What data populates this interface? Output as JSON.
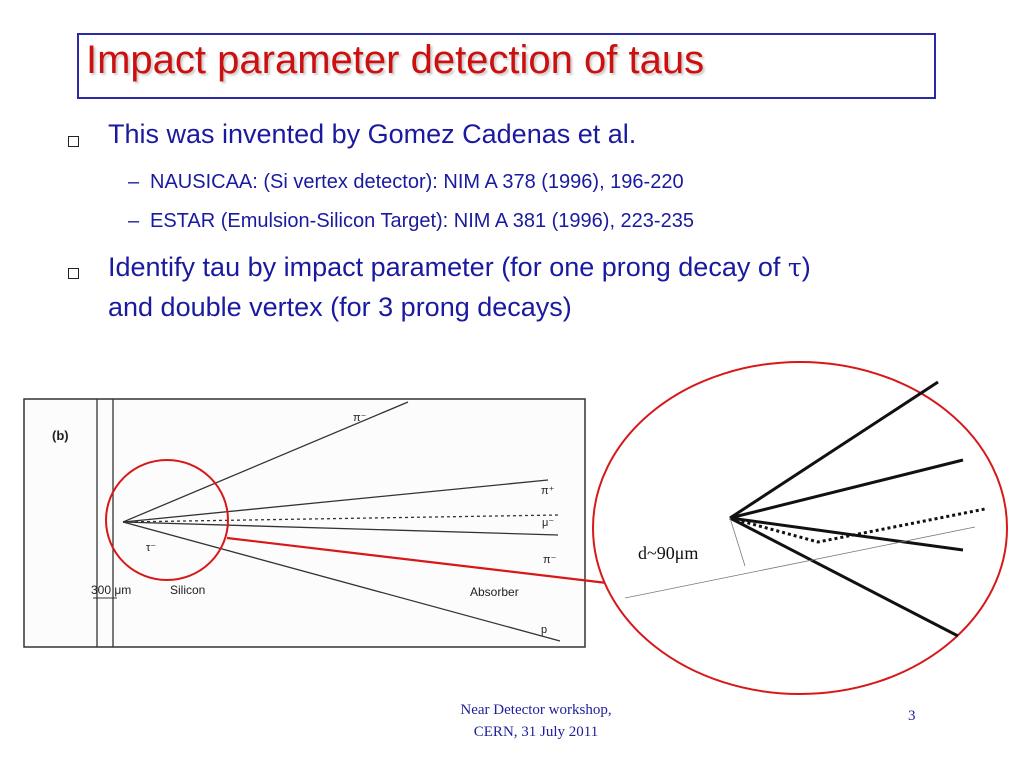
{
  "slide": {
    "title": "Impact parameter detection of taus",
    "bullets": [
      {
        "text": "This was invented by Gomez Cadenas et al.",
        "sub": [
          "NAUSICAA: (Si vertex detector): NIM A  378 (1996), 196-220",
          "ESTAR (Emulsion-Silicon Target): NIM A 381 (1996), 223-235"
        ]
      },
      {
        "text_line1_before": "Identify tau by impact parameter (for one prong decay of ",
        "tau_symbol": "τ",
        "text_line1_after": ")",
        "text_line2": "and double vertex (for 3 prong decays)"
      }
    ],
    "dash": "–"
  },
  "figure": {
    "panel_label": "(b)",
    "labels": {
      "pi_minus_top": "π⁻",
      "pi_plus": "π⁺",
      "mu_minus": "μ⁻",
      "pi_minus_low": "π⁻",
      "tau_minus": "τ⁻",
      "proton": "p",
      "silicon_thickness": "300 μm",
      "silicon": "Silicon",
      "absorber": "Absorber"
    },
    "zoom_label": "d~90μm"
  },
  "footer": {
    "line1": "Near Detector workshop,",
    "line2": "CERN, 31 July 2011",
    "page": "3"
  },
  "colors": {
    "title": "#cc1010",
    "body_text": "#1a1aa0",
    "box_border": "#2a2aa8",
    "circle": "#d81818"
  }
}
